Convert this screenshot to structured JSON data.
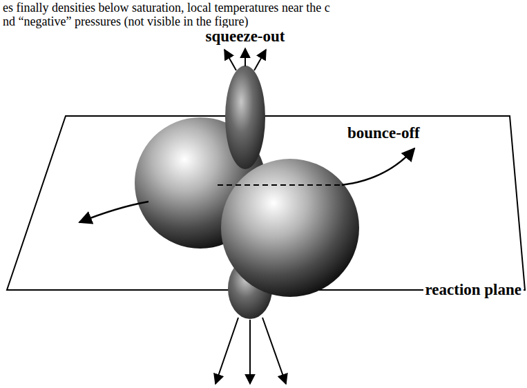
{
  "diagram": {
    "labels": [
      "es finally densities below saturation, local temperatures near the c",
      "nd “negative” pressures (not visible in the figure)",
      "squeeze-out",
      "bounce-off",
      "reaction plane"
    ]
  }
}
